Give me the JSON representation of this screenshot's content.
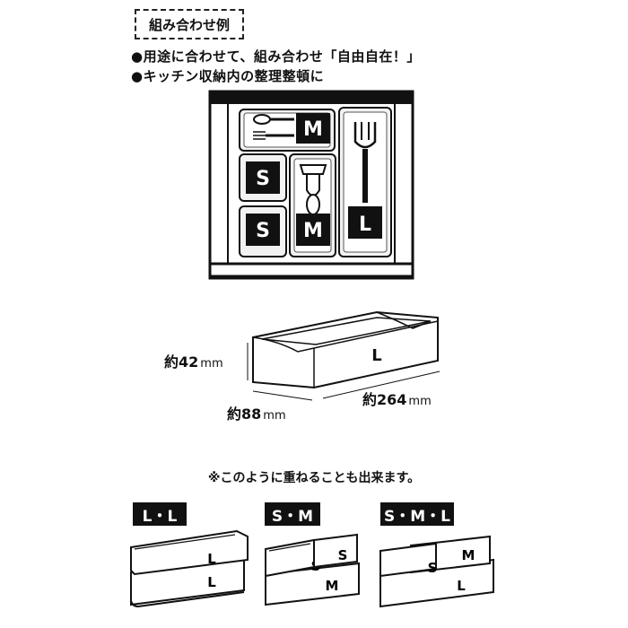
{
  "header": {
    "title": "組み合わせ例"
  },
  "bullets": [
    "●用途に合わせて、組み合わせ「自由自在！」",
    "●キッチン収納内の整理整頓に"
  ],
  "tray_labels": {
    "m_top": "M",
    "s1": "S",
    "s2": "S",
    "m_mid": "M",
    "l": "L"
  },
  "dimensions": {
    "height": {
      "prefix": "約",
      "value": "42",
      "unit": "mm"
    },
    "width": {
      "prefix": "約",
      "value": "88",
      "unit": "mm"
    },
    "length": {
      "prefix": "約",
      "value": "264",
      "unit": "mm"
    },
    "box_label": "L"
  },
  "stack_note": "※このように重ねることも出来ます。",
  "stacks": [
    {
      "badge": "L・L",
      "labels": [
        "L",
        "L"
      ]
    },
    {
      "badge": "S・M",
      "labels": [
        "S",
        "S",
        "M"
      ]
    },
    {
      "badge": "S・M・L",
      "labels": [
        "S",
        "M",
        "L"
      ]
    }
  ]
}
